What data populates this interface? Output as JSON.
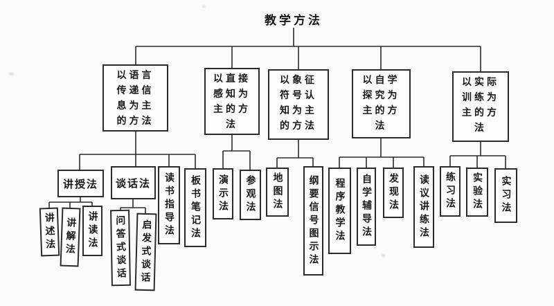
{
  "colors": {
    "paper": "#fbfbfa",
    "box": "#fdfdfc",
    "line": "#2b2b2b",
    "ink": "#181818"
  },
  "title": "教学方法",
  "branches": [
    {
      "label": "以语言\n传递信\n息为主\n的方法",
      "children": [
        {
          "label": "讲授法",
          "children": [
            {
              "label": "讲述法"
            },
            {
              "label": "讲解法"
            },
            {
              "label": "讲读法"
            }
          ]
        },
        {
          "label": "谈话法",
          "children": [
            {
              "label": "问答式谈话"
            },
            {
              "label": "启发式谈话"
            }
          ]
        },
        {
          "label": "读书指导法"
        },
        {
          "label": "板书笔记法"
        }
      ]
    },
    {
      "label": "以直接\n感知为\n主的方\n法",
      "children": [
        {
          "label": "演示法"
        },
        {
          "label": "参观法"
        }
      ]
    },
    {
      "label": "以象征\n符号认\n知为主\n的方法",
      "children": [
        {
          "label": "地图法"
        },
        {
          "label": "纲要信号图示法"
        }
      ]
    },
    {
      "label": "以自学\n探究为\n主的方\n法",
      "children": [
        {
          "label": "程序教学法"
        },
        {
          "label": "自学辅导法"
        },
        {
          "label": "发现法"
        },
        {
          "label": "读议讲练法"
        }
      ]
    },
    {
      "label": "以实际\n训练为\n主的方\n法",
      "children": [
        {
          "label": "练习法"
        },
        {
          "label": "实验法"
        },
        {
          "label": "实习法"
        }
      ]
    }
  ]
}
